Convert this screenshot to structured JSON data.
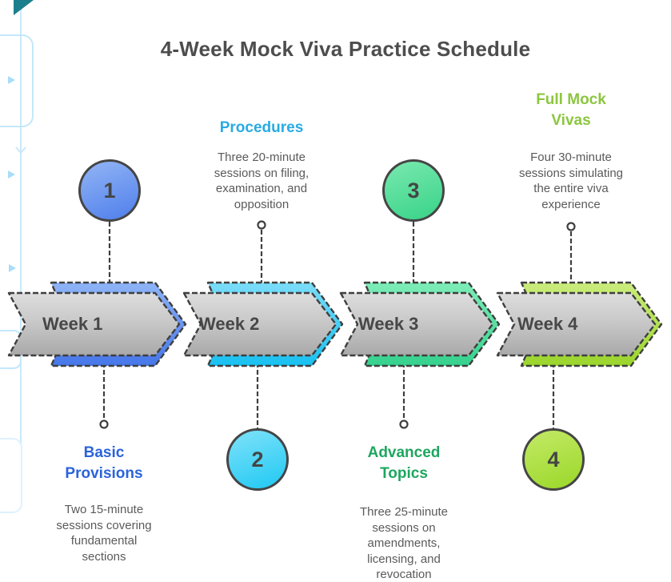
{
  "title": "4-Week Mock Viva Practice Schedule",
  "weeks": [
    {
      "label": "Week 1",
      "badge": "1",
      "badge_side": "top",
      "topic": "Basic Provisions",
      "description": [
        "Two 15-minute",
        "sessions covering",
        "fundamental",
        "sections"
      ],
      "topic_color": "#2B63DB",
      "chevron_top_color": "#8FB4F6",
      "chevron_bottom_color": "#4677E9",
      "badge_top_color": "#93B5F5",
      "badge_bottom_color": "#5584EC"
    },
    {
      "label": "Week 2",
      "badge": "2",
      "badge_side": "bottom",
      "topic": "Procedures",
      "description": [
        "Three 20-minute",
        "sessions on filing,",
        "examination, and",
        "opposition"
      ],
      "topic_color": "#29ABE2",
      "chevron_top_color": "#7BDDF8",
      "chevron_bottom_color": "#18C1F2",
      "badge_top_color": "#7FE2F9",
      "badge_bottom_color": "#29CBF4"
    },
    {
      "label": "Week 3",
      "badge": "3",
      "badge_side": "top",
      "topic": "Advanced Topics",
      "description": [
        "Three 25-minute",
        "sessions on",
        "amendments,",
        "licensing, and",
        "revocation"
      ],
      "topic_color": "#1EA65F",
      "chevron_top_color": "#7EEDB8",
      "chevron_bottom_color": "#35D28E",
      "badge_top_color": "#79E9AF",
      "badge_bottom_color": "#3FD58C"
    },
    {
      "label": "Week 4",
      "badge": "4",
      "badge_side": "bottom",
      "topic": "Full Mock Vivas",
      "description": [
        "Four 30-minute",
        "sessions simulating",
        "the entire viva",
        "experience"
      ],
      "topic_color": "#8CC63F",
      "chevron_top_color": "#CBEC7D",
      "chevron_bottom_color": "#9AD52B",
      "badge_top_color": "#C3EA67",
      "badge_bottom_color": "#9FD92F"
    }
  ],
  "styles": {
    "title_color": "#4D4D4D",
    "body_text_color": "#5A5A5A",
    "outline_color": "#3F3F3F",
    "corner_fold_color": "#1C7F8C",
    "decor_color": "#C9E8FB"
  }
}
